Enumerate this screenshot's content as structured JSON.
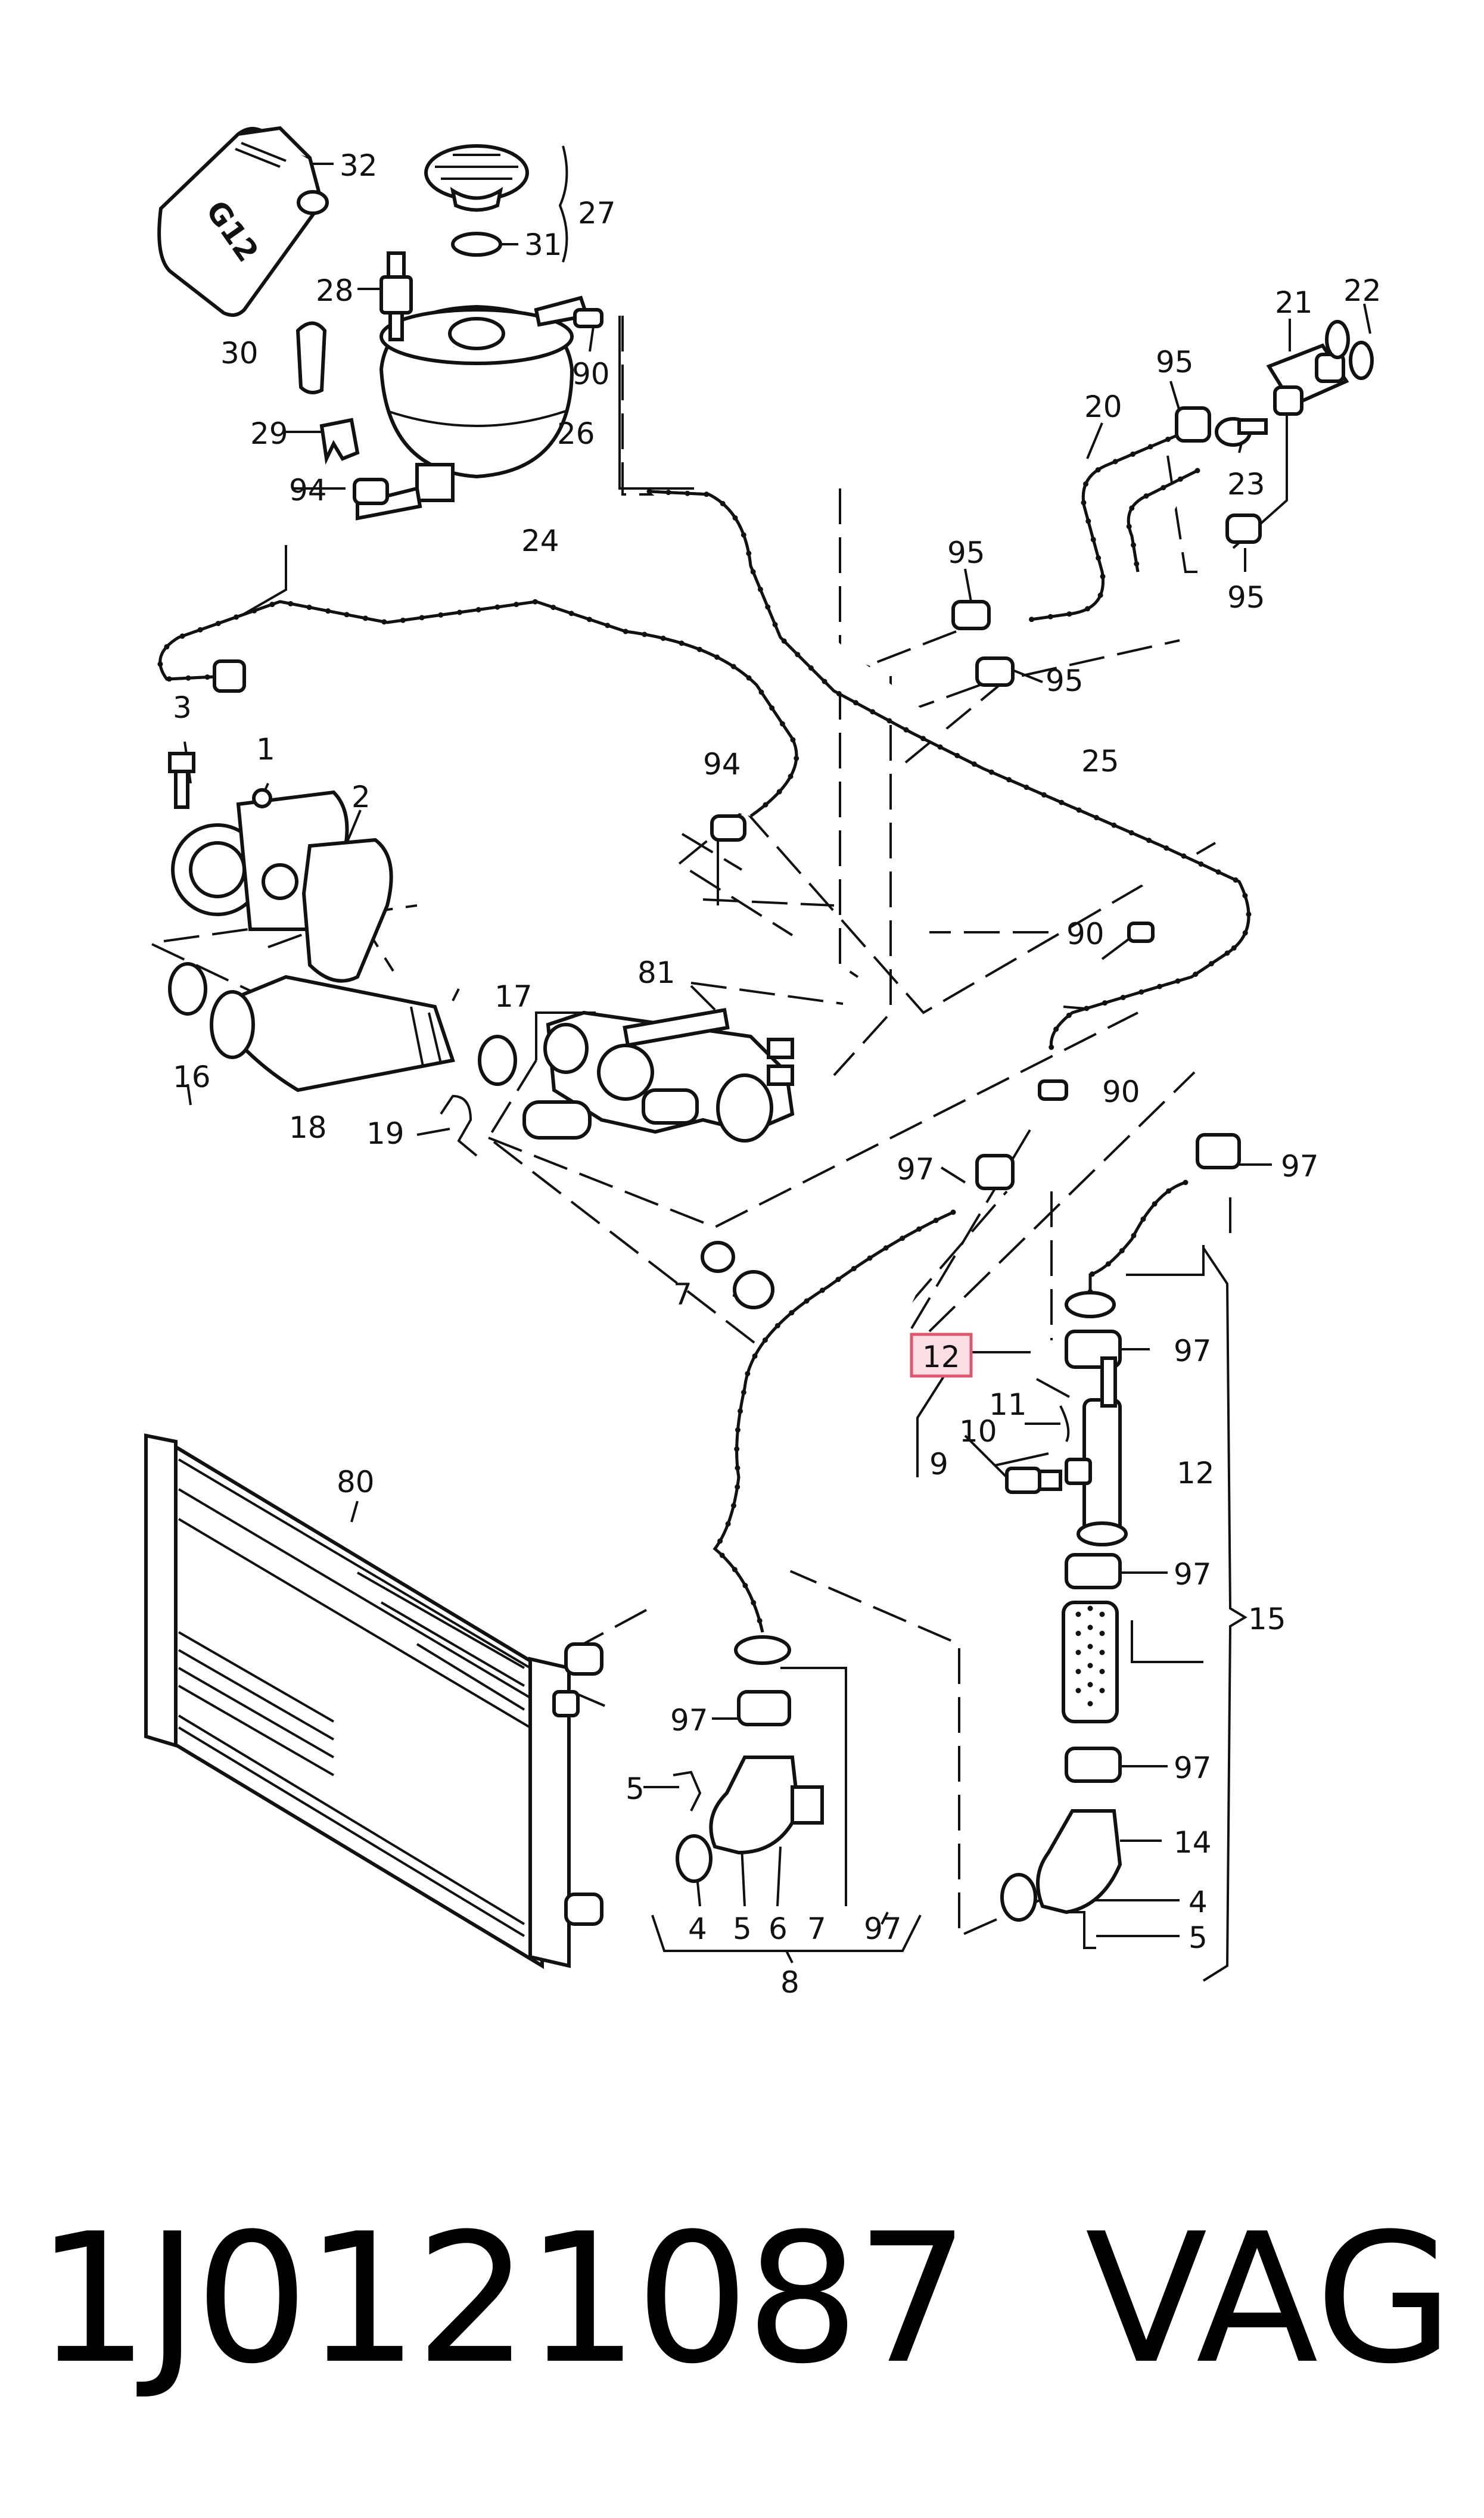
{
  "diagram": {
    "callouts": {
      "c1": "1",
      "c2": "2",
      "c3": "3",
      "c4a": "4",
      "c4b": "4",
      "c5a": "5",
      "c5b": "5",
      "c5c": "5",
      "c6": "6",
      "c7a": "7",
      "c7b": "7",
      "c8": "8",
      "c9": "9",
      "c10": "10",
      "c11": "11",
      "c12a": "12",
      "c12b": "12",
      "c14": "14",
      "c15": "15",
      "c16": "16",
      "c17": "17",
      "c18": "18",
      "c19": "19",
      "c20": "20",
      "c21": "21",
      "c22": "22",
      "c23": "23",
      "c24": "24",
      "c25": "25",
      "c26": "26",
      "c27": "27",
      "c28": "28",
      "c29": "29",
      "c30": "30",
      "c31": "31",
      "c32": "32",
      "c80": "80",
      "c81": "81",
      "c90a": "90",
      "c90b": "90",
      "c90c": "90",
      "c94a": "94",
      "c94b": "94",
      "c95a": "95",
      "c95b": "95",
      "c95c": "95",
      "c95d": "95",
      "c97a": "97",
      "c97b": "97",
      "c97c": "97",
      "c97d": "97",
      "c97e": "97",
      "c97f": "97",
      "c97g": "97"
    },
    "container_marking": "G12",
    "highlight_color": "#e0566f"
  },
  "footer": {
    "part_number": "1J0121087",
    "brand": "VAG"
  }
}
